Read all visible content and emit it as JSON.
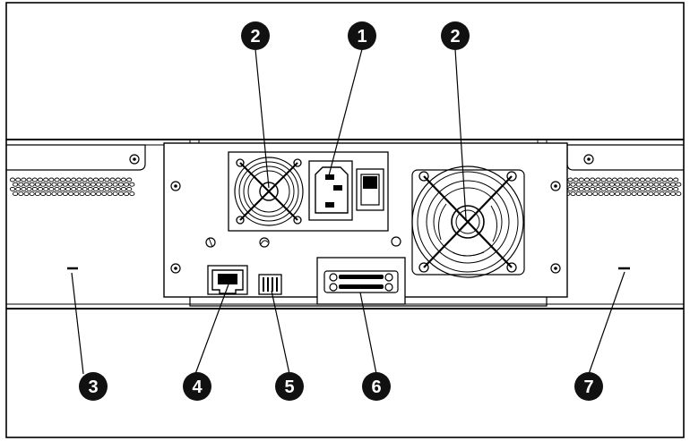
{
  "diagram": {
    "colors": {
      "line": "#000000",
      "panel": "#ffffff",
      "callout_fill": "#111111",
      "callout_text": "#ffffff"
    },
    "callouts": [
      {
        "id": "callout-1",
        "label": "1"
      },
      {
        "id": "callout-2a",
        "label": "2"
      },
      {
        "id": "callout-2b",
        "label": "2"
      },
      {
        "id": "callout-3",
        "label": "3"
      },
      {
        "id": "callout-4",
        "label": "4"
      },
      {
        "id": "callout-5",
        "label": "5"
      },
      {
        "id": "callout-6",
        "label": "6"
      },
      {
        "id": "callout-7",
        "label": "7"
      }
    ],
    "components": {
      "power_connector": "power-connector-icon",
      "power_switch": "power-switch-icon",
      "fan": "fan-icon",
      "ethernet_port": "ethernet-port-icon",
      "dip_switch": "dip-switch-icon",
      "scsi_connector": "scsi-connector-icon",
      "indicator_led": "indicator-led-icon"
    }
  }
}
